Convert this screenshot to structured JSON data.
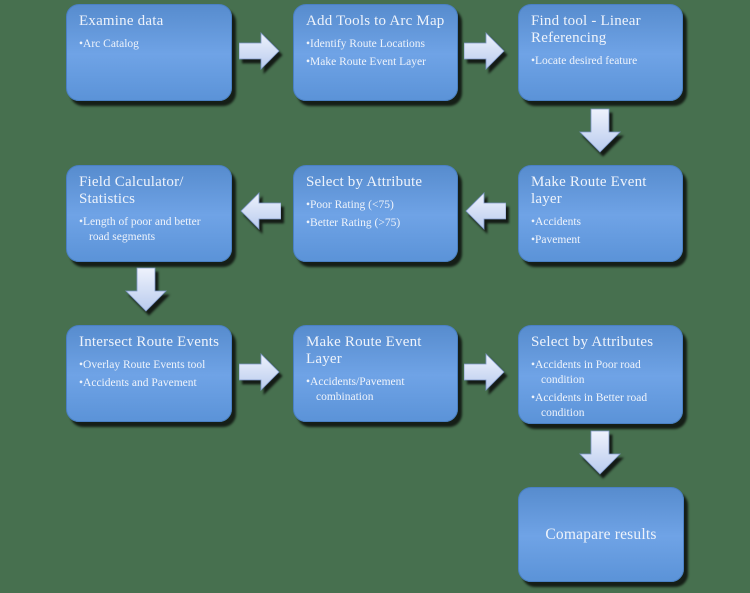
{
  "diagram": {
    "description": "Linear referencing GIS workflow flowchart",
    "background_color": "#47704f",
    "box_gradient_top": "#578cce",
    "box_gradient_mid": "#6fa3e6",
    "box_gradient_bottom": "#5b93d8",
    "arrow_fill_light": "#eef2fc",
    "arrow_fill_dark": "#b9cbee",
    "text_color": "#eef3fb"
  },
  "boxes": [
    {
      "title": "Examine data",
      "bullets": [
        "Arc Catalog"
      ]
    },
    {
      "title": "Add Tools to Arc Map",
      "bullets": [
        "Identify Route Locations",
        "Make Route Event Layer"
      ]
    },
    {
      "title": "Find tool - Linear Referencing",
      "bullets": [
        "Locate desired feature"
      ]
    },
    {
      "title": "Make Route Event layer",
      "bullets": [
        "Accidents",
        "Pavement"
      ]
    },
    {
      "title": "Select by Attribute",
      "bullets": [
        "Poor Rating (<75)",
        "Better Rating (>75)"
      ]
    },
    {
      "title": "Field Calculator/ Statistics",
      "bullets": [
        "Length of poor and better road segments"
      ]
    },
    {
      "title": "Intersect Route Events",
      "bullets": [
        "Overlay Route Events tool",
        "Accidents and Pavement"
      ]
    },
    {
      "title": "Make Route Event Layer",
      "bullets": [
        "Accidents/Pavement combination"
      ]
    },
    {
      "title": "Select by Attributes",
      "bullets": [
        "Accidents in Poor road condition",
        "Accidents in Better road condition"
      ]
    },
    {
      "title": "Comapare results",
      "bullets": []
    }
  ]
}
